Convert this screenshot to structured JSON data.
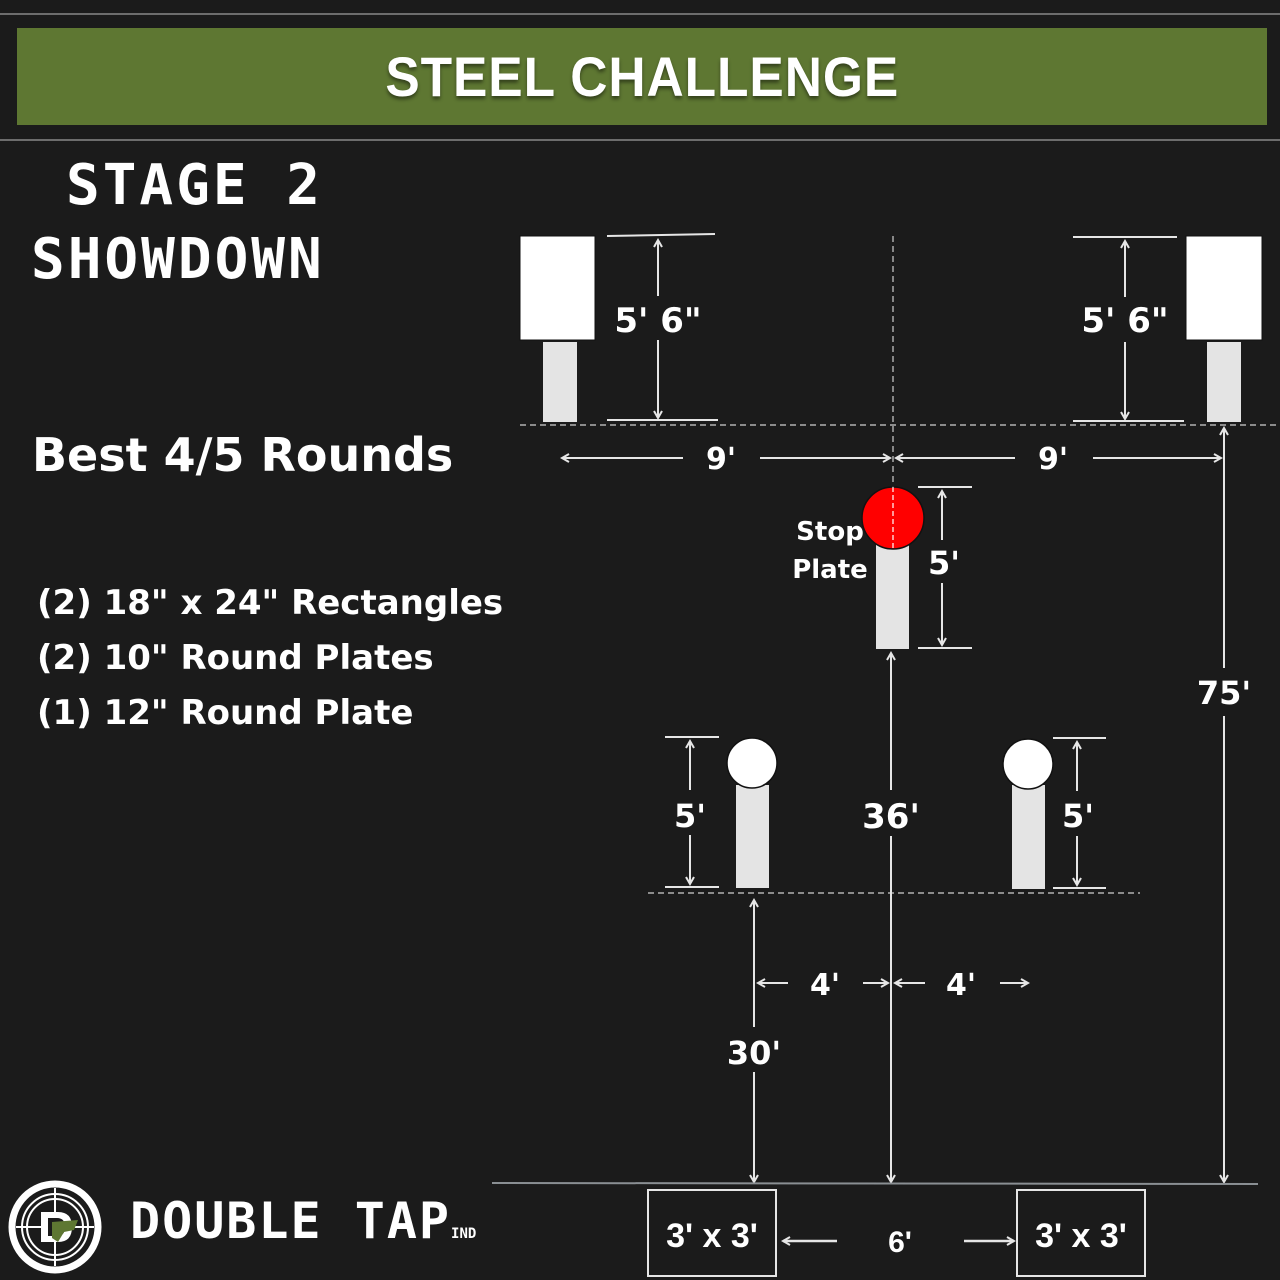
{
  "banner": {
    "title": "STEEL CHALLENGE",
    "color": "#5e7732"
  },
  "stage": {
    "line1": "STAGE 2",
    "line2": "SHOWDOWN"
  },
  "scoring": "Best 4/5 Rounds",
  "targets": [
    "(2) 18\" x 24\" Rectangles",
    "(2) 10\" Round Plates",
    "(1) 12\" Round Plate"
  ],
  "diagram": {
    "rect_height_left": "5' 6\"",
    "rect_height_right": "5' 6\"",
    "spacing_left": "9'",
    "spacing_right": "9'",
    "stop_plate_label_1": "Stop",
    "stop_plate_label_2": "Plate",
    "stop_plate_height": "5'",
    "stop_plate_color": "#ff0000",
    "round_height_left": "5'",
    "round_height_right": "5'",
    "distance_stop": "36'",
    "distance_far": "75'",
    "distance_near": "30'",
    "round_offset_left": "4'",
    "round_offset_right": "4'",
    "box_left": "3' x 3'",
    "box_right": "3' x 3'",
    "box_spacing": "6'"
  },
  "brand": {
    "name": "DOUBLE TAP",
    "suffix": "IND",
    "accent": "#5e7732"
  }
}
